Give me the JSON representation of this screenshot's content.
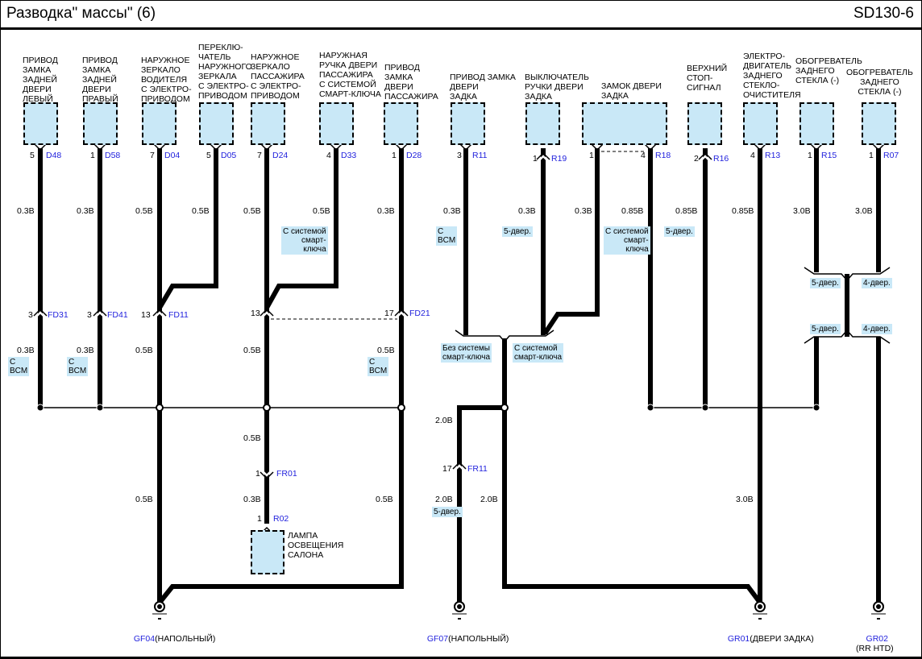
{
  "header": {
    "title": "Разводка\" массы\" (6)",
    "code": "SD130-6"
  },
  "components": [
    {
      "id": "D48",
      "label": "ПРИВОД\nЗАМКА\nЗАДНЕЙ\nДВЕРИ\nЛЕВЫЙ",
      "pin": "5"
    },
    {
      "id": "D58",
      "label": "ПРИВОД\nЗАМКА\nЗАДНЕЙ\nДВЕРИ\nПРАВЫЙ",
      "pin": "1"
    },
    {
      "id": "D04",
      "label": "НАРУЖНОЕ\nЗЕРКАЛО\nВОДИТЕЛЯ\nС ЭЛЕКТРО-\nПРИВОДОМ",
      "pin": "7"
    },
    {
      "id": "D05",
      "label": "ПЕРЕКЛЮ-\nЧАТЕЛЬ\nНАРУЖНОГО\nЗЕРКАЛА\nС ЭЛЕКТРО-\nПРИВОДОМ",
      "pin": "5"
    },
    {
      "id": "D24",
      "label": "НАРУЖНОЕ\nЗЕРКАЛО\nПАССАЖИРА\nС ЭЛЕКТРО-\nПРИВОДОМ",
      "pin": "7"
    },
    {
      "id": "D33",
      "label": "НАРУЖНАЯ\nРУЧКА ДВЕРИ\nПАССАЖИРА\nС СИСТЕМОЙ\nСМАРТ-КЛЮЧА",
      "pin": "4"
    },
    {
      "id": "D28",
      "label": "ПРИВОД\nЗАМКА\nДВЕРИ\nПАССАЖИРА",
      "pin": "1"
    },
    {
      "id": "R11",
      "label": "ПРИВОД ЗАМКА\nДВЕРИ\nЗАДКА",
      "pin": "3"
    },
    {
      "id": "R19",
      "label": "ВЫКЛЮЧАТЕЛЬ\nРУЧКИ ДВЕРИ\nЗАДКА",
      "pin": "1"
    },
    {
      "id": "R18",
      "label": "ЗАМОК ДВЕРИ\nЗАДКА",
      "pin": "4",
      "pin2": "1"
    },
    {
      "id": "R16",
      "label": "ВЕРХНИЙ\nСТОП-\nСИГНАЛ",
      "pin": "2"
    },
    {
      "id": "R13",
      "label": "ЭЛЕКТРО-\nДВИГАТЕЛЬ\nЗАДНЕГО\nСТЕКЛО-\nОЧИСТИТЕЛЯ",
      "pin": "4"
    },
    {
      "id": "R15",
      "label": "ОБОГРЕВАТЕЛЬ\nЗАДНЕГО\nСТЕКЛА (-)",
      "pin": "1"
    },
    {
      "id": "R07",
      "label": "ОБОГРЕВАТЕЛЬ\nЗАДНЕГО\nСТЕКЛА (-)",
      "pin": "1"
    },
    {
      "id": "R02",
      "label": "ЛАМПА\nОСВЕЩЕНИЯ\nСАЛОНА",
      "pin": "1"
    }
  ],
  "connectors": [
    {
      "id": "FD31",
      "pin": "3"
    },
    {
      "id": "FD41",
      "pin": "3"
    },
    {
      "id": "FD11",
      "pin": "13"
    },
    {
      "id": "FD21",
      "pin": "17",
      "pin2": "13"
    },
    {
      "id": "FR01",
      "pin": "1"
    },
    {
      "id": "FR11",
      "pin": "17"
    }
  ],
  "wires": {
    "upper": [
      "0.3В",
      "0.3В",
      "0.5В",
      "0.5В",
      "0.5В",
      "0.5В",
      "0.3В",
      "0.3В",
      "0.3В",
      "0.3В",
      "0.85В",
      "0.85В",
      "0.85В",
      "3.0В",
      "3.0В"
    ],
    "lower": [
      "0.3В",
      "0.3В",
      "0.5В",
      "0.5В",
      "0.5В"
    ],
    "d24_below": "0.5В",
    "fr01_below": "0.3В",
    "gf04": "0.5В",
    "gf04_right": "0.5В",
    "gf07_top": "2.0В",
    "gf07_left": "2.0В",
    "gf07_right": "2.0В",
    "gr01": "3.0В"
  },
  "notes": {
    "bcm": "С\nBCM",
    "smart_key": "С системой\nсмарт-\nключа",
    "five_door": "5-двер.",
    "four_door": "4-двер.",
    "without_smart": "Без системы\nсмарт-ключа",
    "with_smart": "С системой\nсмарт-ключа",
    "five_door_short": "5-двер."
  },
  "grounds": [
    {
      "id": "GF04",
      "desc": "(НАПОЛЬНЫЙ)"
    },
    {
      "id": "GF07",
      "desc": "(НАПОЛЬНЫЙ)"
    },
    {
      "id": "GR01",
      "desc": "(ДВЕРИ ЗАДКА)"
    },
    {
      "id": "GR02",
      "desc": "(RR HTD)"
    }
  ]
}
